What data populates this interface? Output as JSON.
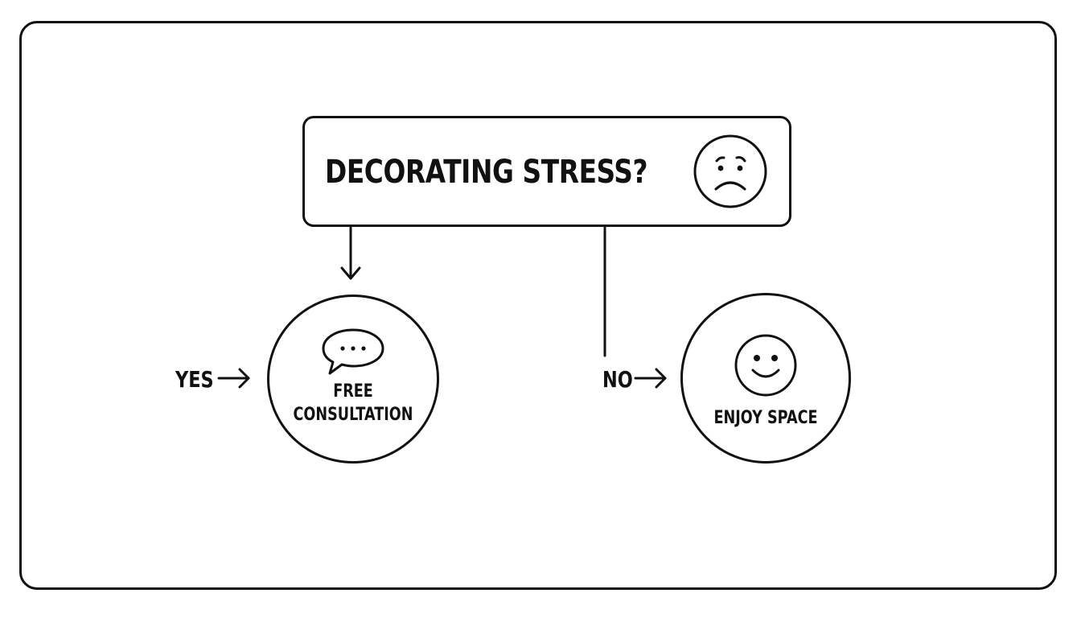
{
  "question": {
    "text": "DECORATING STRESS?",
    "icon": "sad-face-icon"
  },
  "branches": [
    {
      "label": "YES",
      "outcome_lines": [
        "FREE",
        "CONSULTATION"
      ],
      "icon": "speech-bubble-icon"
    },
    {
      "label": "NO",
      "outcome_lines": [
        "ENJOY SPACE"
      ],
      "icon": "smiley-face-icon"
    }
  ],
  "colors": {
    "ink": "#111111",
    "background": "#ffffff"
  }
}
